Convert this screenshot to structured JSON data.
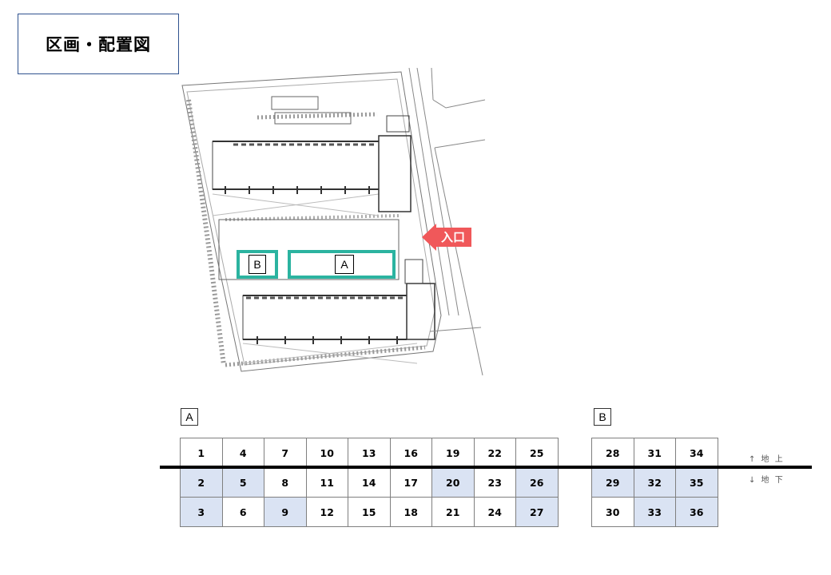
{
  "title": "区画・配置図",
  "site_plan": {
    "zones": [
      {
        "id": "B",
        "label": "B"
      },
      {
        "id": "A",
        "label": "A"
      }
    ],
    "entrance_label": "入口",
    "colors": {
      "zone_border": "#2bb3a0",
      "entrance_arrow": "#f0585a"
    }
  },
  "sections": {
    "A": {
      "label": "A",
      "rows": [
        [
          {
            "n": "1",
            "s": false
          },
          {
            "n": "4",
            "s": false
          },
          {
            "n": "7",
            "s": false
          },
          {
            "n": "10",
            "s": false
          },
          {
            "n": "13",
            "s": false
          },
          {
            "n": "16",
            "s": false
          },
          {
            "n": "19",
            "s": false
          },
          {
            "n": "22",
            "s": false
          },
          {
            "n": "25",
            "s": false
          }
        ],
        [
          {
            "n": "2",
            "s": true
          },
          {
            "n": "5",
            "s": true
          },
          {
            "n": "8",
            "s": false
          },
          {
            "n": "11",
            "s": false
          },
          {
            "n": "14",
            "s": false
          },
          {
            "n": "17",
            "s": false
          },
          {
            "n": "20",
            "s": true
          },
          {
            "n": "23",
            "s": false
          },
          {
            "n": "26",
            "s": true
          }
        ],
        [
          {
            "n": "3",
            "s": true
          },
          {
            "n": "6",
            "s": false
          },
          {
            "n": "9",
            "s": true
          },
          {
            "n": "12",
            "s": false
          },
          {
            "n": "15",
            "s": false
          },
          {
            "n": "18",
            "s": false
          },
          {
            "n": "21",
            "s": false
          },
          {
            "n": "24",
            "s": false
          },
          {
            "n": "27",
            "s": true
          }
        ]
      ]
    },
    "B": {
      "label": "B",
      "rows": [
        [
          {
            "n": "28",
            "s": false
          },
          {
            "n": "31",
            "s": false
          },
          {
            "n": "34",
            "s": false
          }
        ],
        [
          {
            "n": "29",
            "s": true
          },
          {
            "n": "32",
            "s": true
          },
          {
            "n": "35",
            "s": true
          }
        ],
        [
          {
            "n": "30",
            "s": false
          },
          {
            "n": "33",
            "s": true
          },
          {
            "n": "36",
            "s": true
          }
        ]
      ]
    }
  },
  "legend": {
    "above": "↑ 地 上",
    "below": "↓ 地 下"
  },
  "colors": {
    "shaded_cell": "#dae3f3",
    "title_border": "#2f528f"
  }
}
